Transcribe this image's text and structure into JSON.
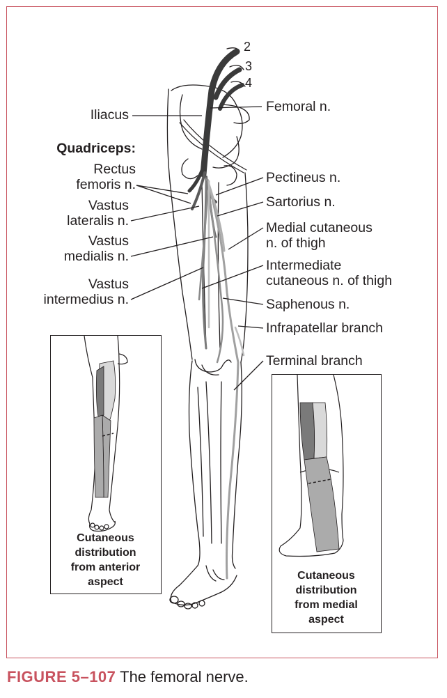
{
  "figure": {
    "number": "FIGURE 5–107",
    "title": "The femoral nerve."
  },
  "spinal_levels": [
    "2",
    "3",
    "4"
  ],
  "labels_left": {
    "iliacus": "Iliacus",
    "quadriceps_header": "Quadriceps:",
    "rectus_femoris_1": "Rectus",
    "rectus_femoris_2": "femoris n.",
    "vastus_lateralis_1": "Vastus",
    "vastus_lateralis_2": "lateralis n.",
    "vastus_medialis_1": "Vastus",
    "vastus_medialis_2": "medialis n.",
    "vastus_intermedius_1": "Vastus",
    "vastus_intermedius_2": "intermedius n."
  },
  "labels_right": {
    "femoral": "Femoral n.",
    "pectineus": "Pectineus n.",
    "sartorius": "Sartorius n.",
    "medial_cutaneous_1": "Medial cutaneous",
    "medial_cutaneous_2": "n. of thigh",
    "intermediate_cutaneous_1": "Intermediate",
    "intermediate_cutaneous_2": "cutaneous n. of thigh",
    "saphenous": "Saphenous n.",
    "infrapatellar": "Infrapatellar branch",
    "terminal": "Terminal branch"
  },
  "insets": {
    "anterior": {
      "line1": "Cutaneous",
      "line2": "distribution",
      "line3": "from anterior",
      "line4": "aspect"
    },
    "medial": {
      "line1": "Cutaneous",
      "line2": "distribution",
      "line3": "from medial",
      "line4": "aspect"
    }
  },
  "colors": {
    "frame": "#c8525e",
    "nerve_dark": "#3a3a3a",
    "nerve_mid": "#8a8a8a",
    "nerve_light": "#c4c4c4",
    "zone_dark": "#7a7a7a",
    "zone_mid": "#ababab",
    "zone_light": "#d9d9d9"
  }
}
